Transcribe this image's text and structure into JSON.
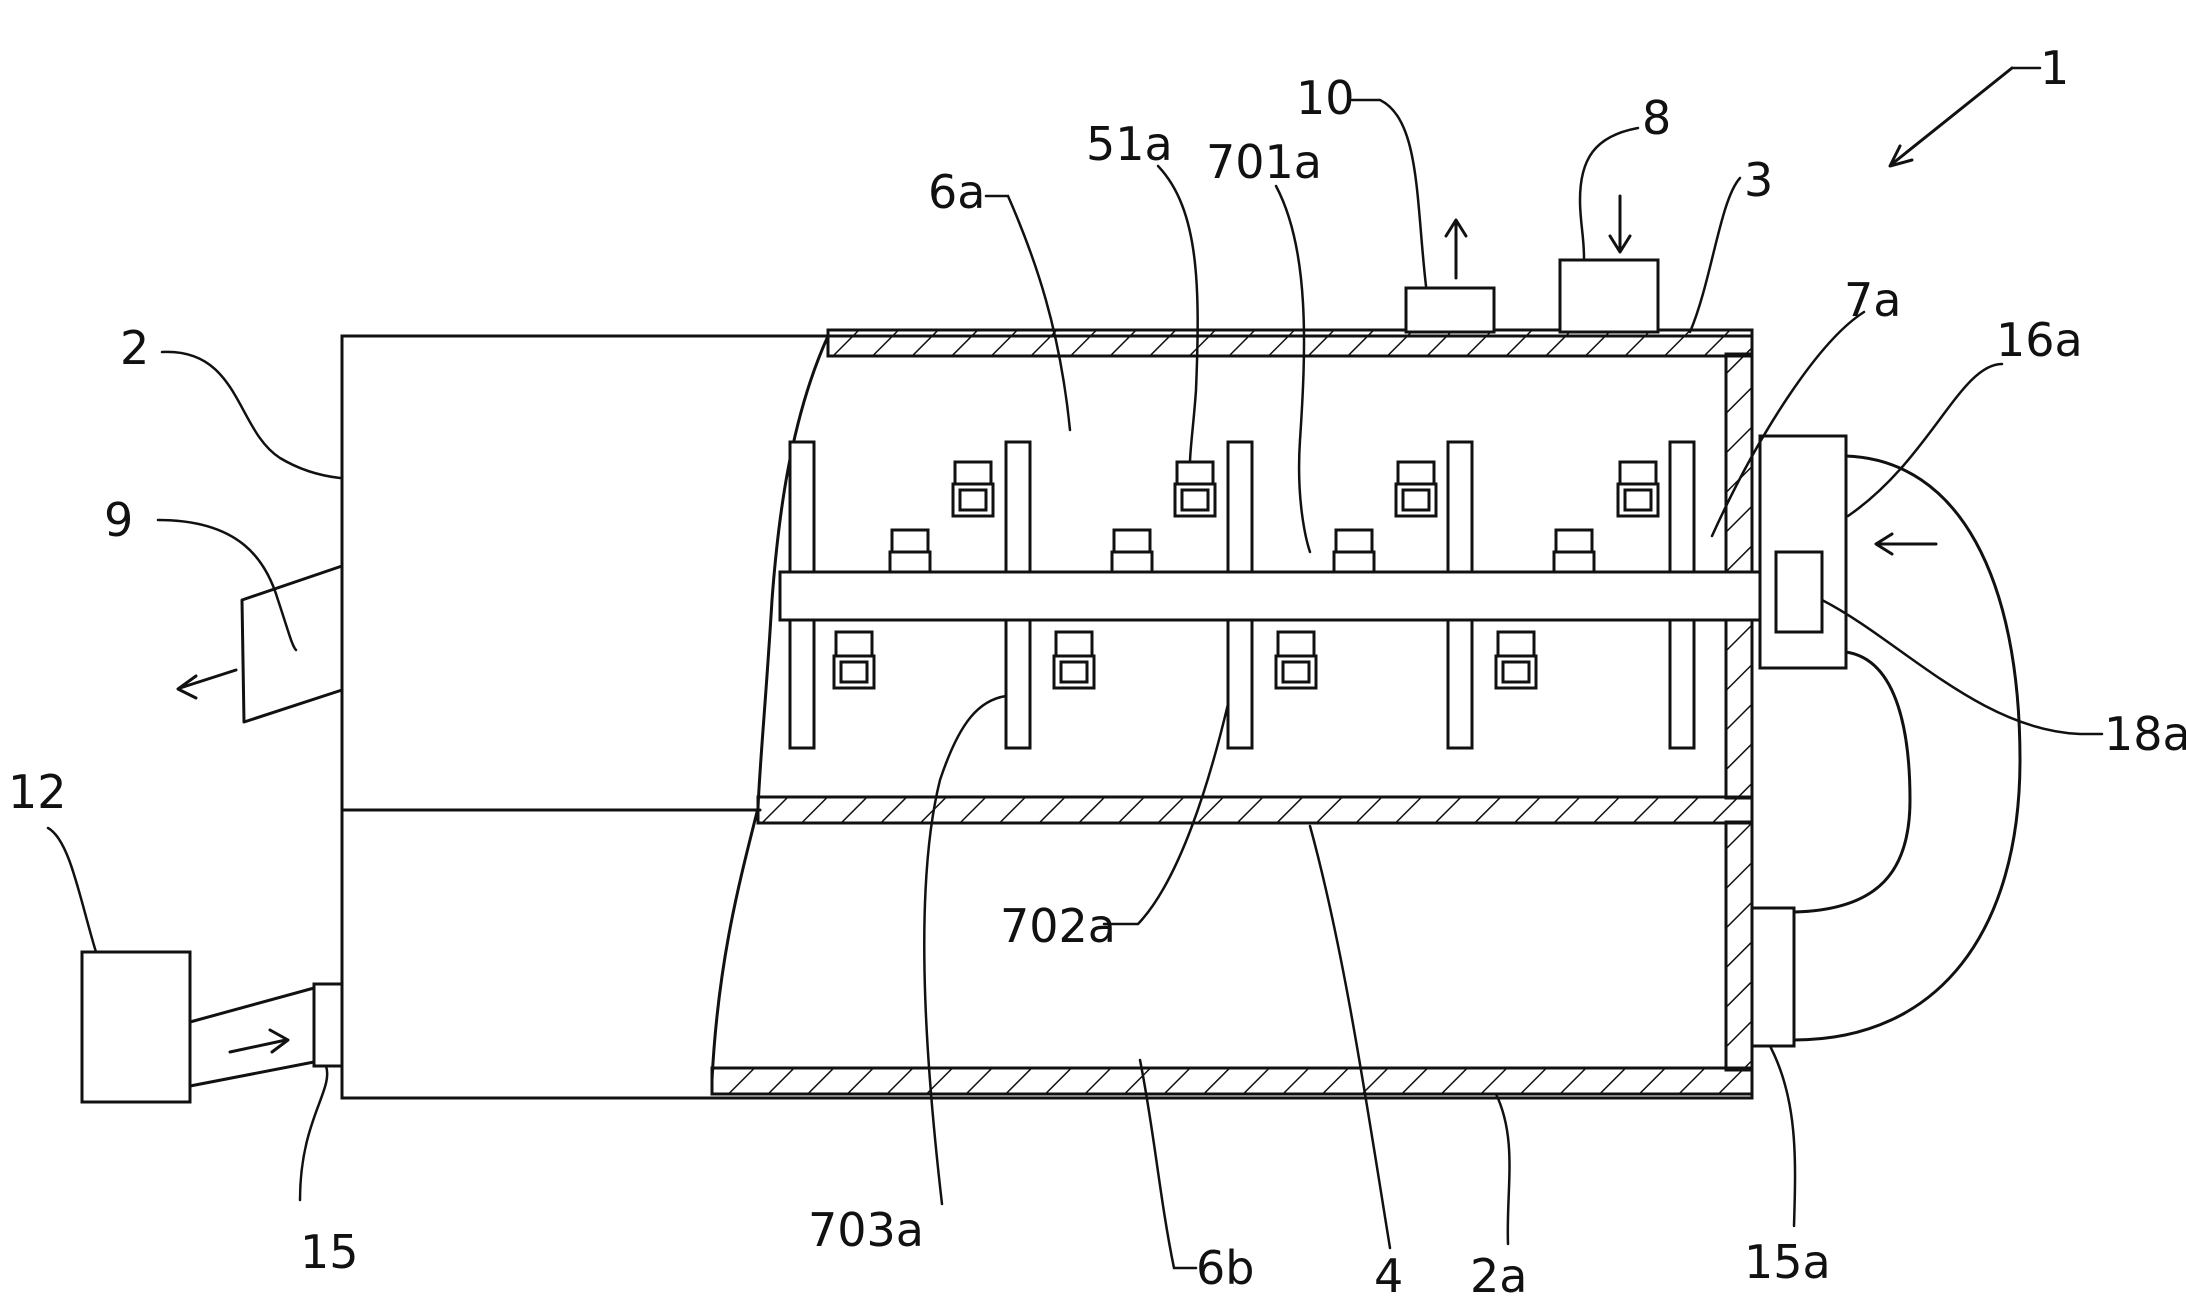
{
  "labels": {
    "l1": "1",
    "l2": "2",
    "l2a": "2a",
    "l3": "3",
    "l4": "4",
    "l6a": "6a",
    "l6b": "6b",
    "l7a": "7a",
    "l8": "8",
    "l9": "9",
    "l10": "10",
    "l12": "12",
    "l15": "15",
    "l15a": "15a",
    "l16a": "16a",
    "l18a": "18a",
    "l51a": "51a",
    "l701a": "701a",
    "l702a": "702a",
    "l703a": "703a"
  }
}
